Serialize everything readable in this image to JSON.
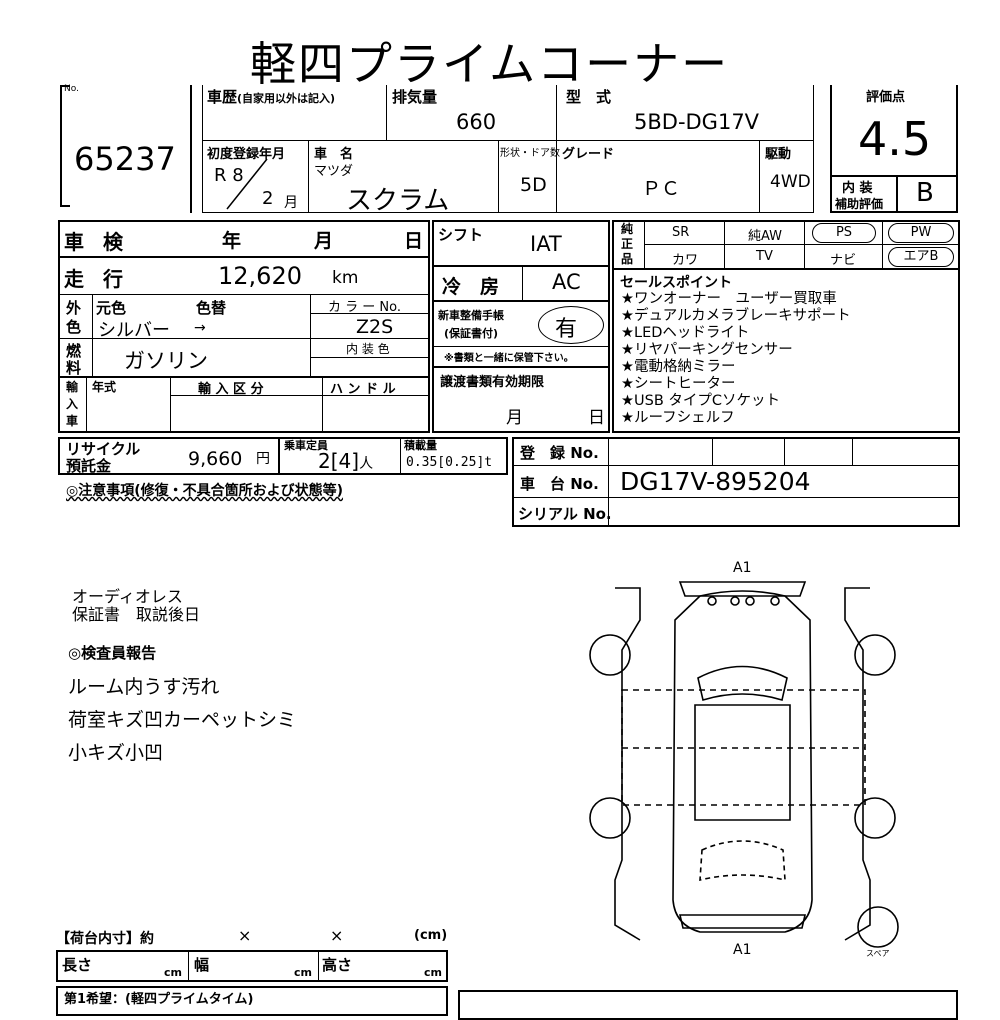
{
  "title": "軽四プライムコーナー",
  "lot": {
    "label": "No.",
    "number": "65237"
  },
  "history": {
    "label": "車歴",
    "note": "(自家用以外は記入)"
  },
  "displacement": {
    "label": "排気量",
    "value": "660"
  },
  "model": {
    "label": "型　式",
    "value": "5BD-DG17V"
  },
  "score": {
    "label": "評価点",
    "value": "4.5",
    "interior_label": "内 装",
    "interior_label2": "補助評価",
    "interior_value": "B"
  },
  "first_reg": {
    "label": "初度登録年月",
    "era": "R 8",
    "month": "2",
    "month_unit": "月"
  },
  "car_name": {
    "label": "車　名",
    "maker": "マツダ",
    "value": "スクラム"
  },
  "doors": {
    "label": "形状・ドア数",
    "value": "5D"
  },
  "grade": {
    "label": "グレード",
    "value": "ＰＣ"
  },
  "drive": {
    "label": "駆動",
    "value": "4WD"
  },
  "inspection": {
    "label": "車 検",
    "year": "年",
    "month": "月",
    "day": "日"
  },
  "mileage": {
    "label": "走 行",
    "value": "12,620",
    "unit": "km"
  },
  "color": {
    "side1": "外",
    "side2": "色",
    "orig_label": "元色",
    "change_label": "色替",
    "value": "シルバー",
    "arrow": "→",
    "code_label": "カ ラ ー No.",
    "code": "Z2S",
    "interior_label": "内 装 色"
  },
  "fuel": {
    "side1": "燃",
    "side2": "料",
    "value": "ガソリン"
  },
  "import": {
    "side": [
      "輸",
      "入",
      "車"
    ],
    "year_label": "年式",
    "class_label": "輸 入 区 分",
    "handle_label": "ハ ン ド ル"
  },
  "shift": {
    "label": "シフト",
    "value": "IAT"
  },
  "ac": {
    "label": "冷　房",
    "value": "AC"
  },
  "manual": {
    "label1": "新車整備手帳",
    "label2": "(保証書付)",
    "value": "有",
    "note": "※書類と一緒に保管下さい。"
  },
  "transfer": {
    "label": "譲渡書類有効期限",
    "month": "月",
    "day": "日"
  },
  "equipment": {
    "side": [
      "純",
      "正",
      "品"
    ],
    "row1": [
      "SR",
      "純AW",
      "PS",
      "PW"
    ],
    "row2": [
      "カワ",
      "TV",
      "ナビ",
      "エアB"
    ]
  },
  "sales_points": {
    "label": "セールスポイント",
    "items": [
      "★ワンオーナー　ユーザー買取車",
      "★デュアルカメラブレーキサポート",
      "★LEDヘッドライト",
      "★リヤパーキングセンサー",
      "★電動格納ミラー",
      "★シートヒーター",
      "★USB タイプCソケット",
      "★ルーフシェルフ"
    ]
  },
  "recycle": {
    "label1": "リサイクル",
    "label2": "預託金",
    "value": "9,660",
    "unit": "円"
  },
  "capacity": {
    "label": "乗車定員",
    "value": "2",
    "bracket_value": "4",
    "unit": "人"
  },
  "load": {
    "label": "積載量",
    "value": "0.35[0.25]t"
  },
  "registration": {
    "label": "登　録 No.",
    "chassis_label": "車　台 No.",
    "chassis": "DG17V-895204",
    "serial_label": "シリアル No."
  },
  "caution": {
    "label": "◎注意事項(修復・不具合箇所および状態等)"
  },
  "notes": {
    "line1": "オーディオレス",
    "line2": "保証書　取説後日"
  },
  "inspector": {
    "label": "◎検査員報告",
    "items": [
      "ルーム内うす汚れ",
      "荷室キズ凹カーペットシミ",
      "小キズ小凹"
    ]
  },
  "diagram": {
    "front_mark": "A1",
    "rear_mark": "A1",
    "spare": "スペア"
  },
  "cargo": {
    "label": "【荷台内寸】約",
    "x1": "×",
    "x2": "×",
    "unit": "(cm)",
    "length": "長さ",
    "width": "幅",
    "height": "高さ",
    "cm": "cm"
  },
  "footer": {
    "partial": "第1希望：(軽四プライムタイム)"
  }
}
